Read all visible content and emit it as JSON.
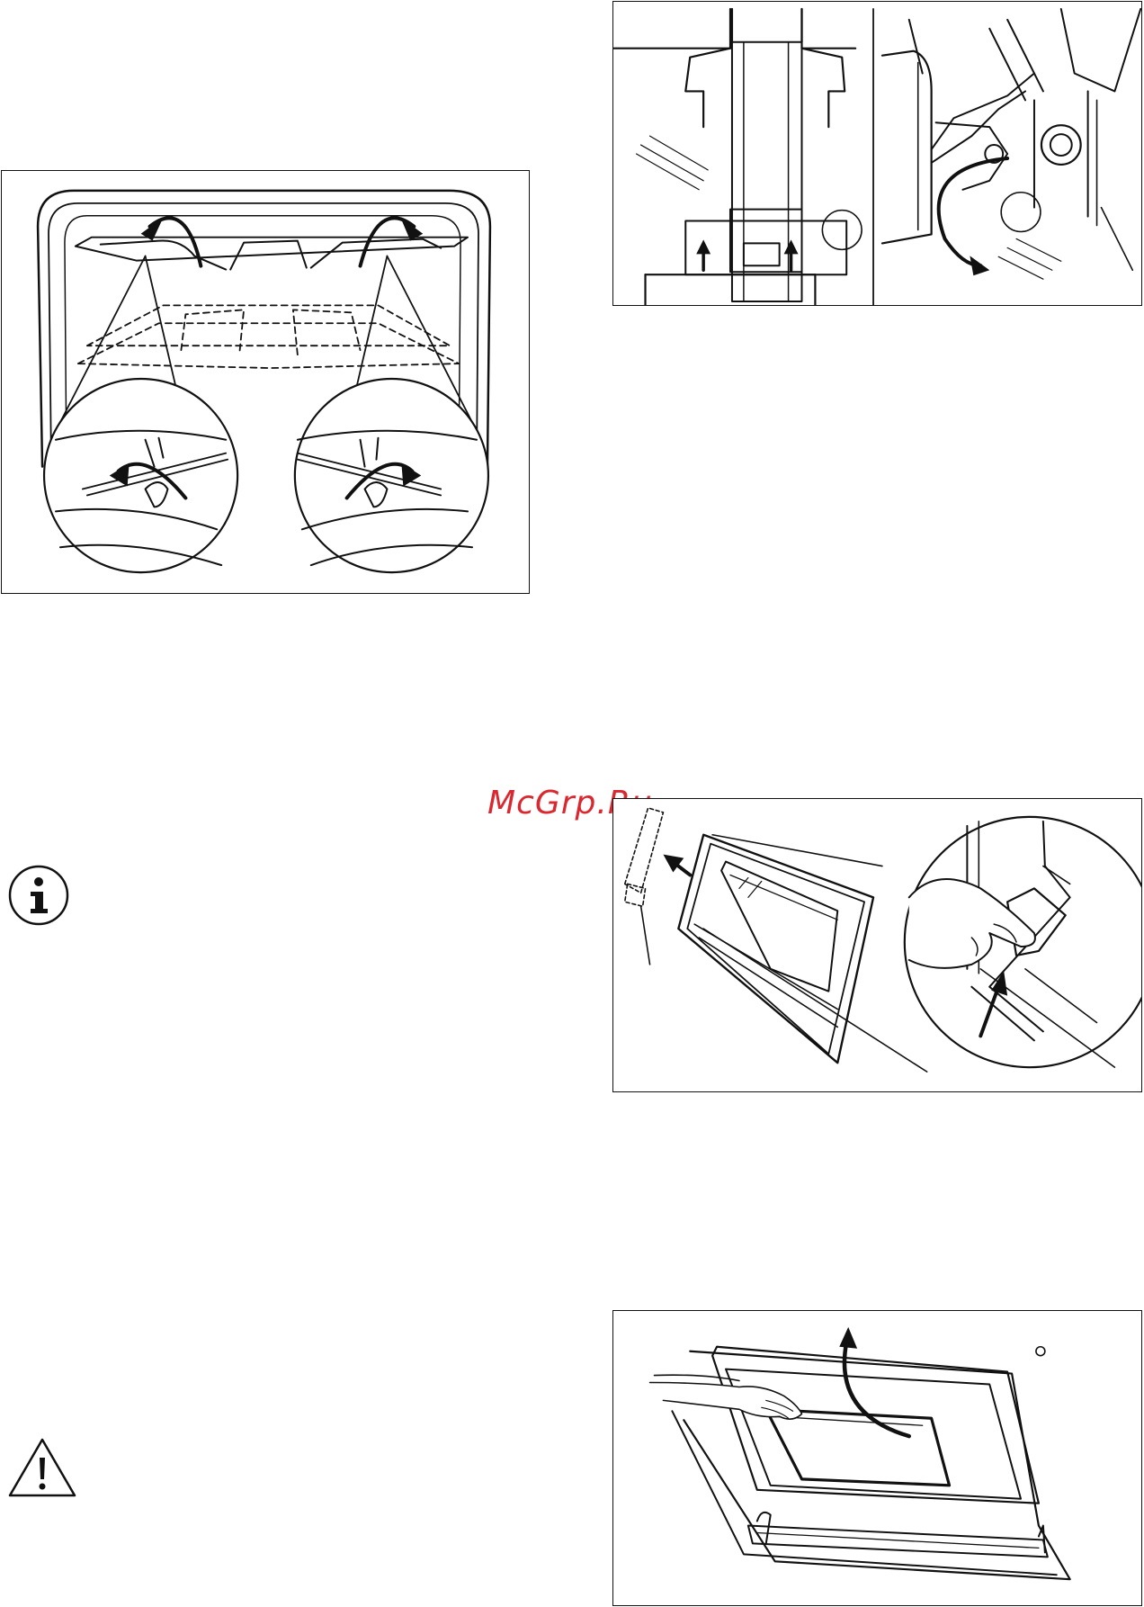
{
  "watermark": {
    "text": "McGrp.Ru",
    "color": "#d9282f"
  },
  "figures": [
    {
      "id": "grill-removal",
      "content": "shelf-support-removal-drawing"
    },
    {
      "id": "door-hinge-detail",
      "content": "hinge-lever-drawing"
    },
    {
      "id": "door-removal",
      "content": "door-lift-drawing"
    },
    {
      "id": "door-glass-removal",
      "content": "glass-panel-drawing"
    }
  ],
  "icons": {
    "info": "info-icon",
    "warning": "warning-icon"
  }
}
